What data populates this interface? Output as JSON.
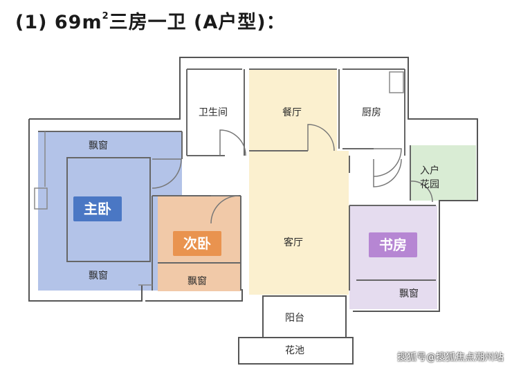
{
  "title": {
    "prefix": "(1) 69m",
    "sup": "2",
    "suffix": "三房一卫 (A户型)："
  },
  "rooms": {
    "bathroom": "卫生间",
    "dining": "餐厅",
    "kitchen": "厨房",
    "entry_garden_line1": "入户",
    "entry_garden_line2": "花园",
    "bay_window_master_top": "飘窗",
    "master_bedroom": "主卧",
    "second_bedroom": "次卧",
    "living_room": "客厅",
    "study": "书房",
    "bay_window_master_bottom": "飘窗",
    "bay_window_second": "飘窗",
    "bay_window_study": "飘窗",
    "balcony": "阳台",
    "planter": "花池"
  },
  "colors": {
    "master": "#b3c3e8",
    "master_tag": "#4a77c4",
    "second": "#f1c9a8",
    "second_tag": "#e9934f",
    "living": "#fbf0cf",
    "study": "#e5dcef",
    "study_tag": "#b686d3",
    "garden": "#d9ecd4",
    "wall": "#555555"
  },
  "watermark": "搜狐号@搜狐焦点潮州站"
}
